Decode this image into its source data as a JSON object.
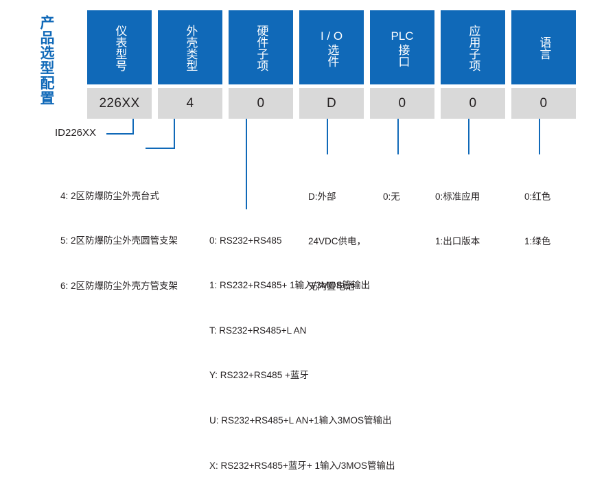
{
  "title": "产品选型配置",
  "accent_color": "#1069b8",
  "value_box_color": "#d9d9d9",
  "columns": [
    {
      "header": "仪表型号",
      "header_latin": "",
      "value": "226XX"
    },
    {
      "header": "外壳类型",
      "header_latin": "",
      "value": "4"
    },
    {
      "header": "硬件子项",
      "header_latin": "",
      "value": "0"
    },
    {
      "header": "选件",
      "header_latin": "I / O",
      "value": "D"
    },
    {
      "header": "接口",
      "header_latin": "PLC",
      "value": "0"
    },
    {
      "header": "应用子项",
      "header_latin": "",
      "value": "0"
    },
    {
      "header": "语言",
      "header_latin": "",
      "value": "0"
    }
  ],
  "notes": {
    "id_label": "ID226XX",
    "housing": [
      "4: 2区防爆防尘外壳台式",
      "5: 2区防爆防尘外壳圆管支架",
      "6: 2区防爆防尘外壳方管支架"
    ],
    "hardware": [
      "0: RS232+RS485",
      "1: RS232+RS485+ 1输入/3MOS管输出",
      "T: RS232+RS485+L AN",
      "Y: RS232+RS485 +蓝牙",
      "U: RS232+RS485+L AN+1输入3MOS管输出",
      "X: RS232+RS485+蓝牙+ 1输入/3MOS管输出"
    ],
    "io": [
      "D:外部",
      "24VDC供电，",
      "无内置电池"
    ],
    "plc": [
      "0:无"
    ],
    "application": [
      "0:标准应用",
      "1:出口版本"
    ],
    "language": [
      "0:红色",
      "1:绿色"
    ]
  }
}
